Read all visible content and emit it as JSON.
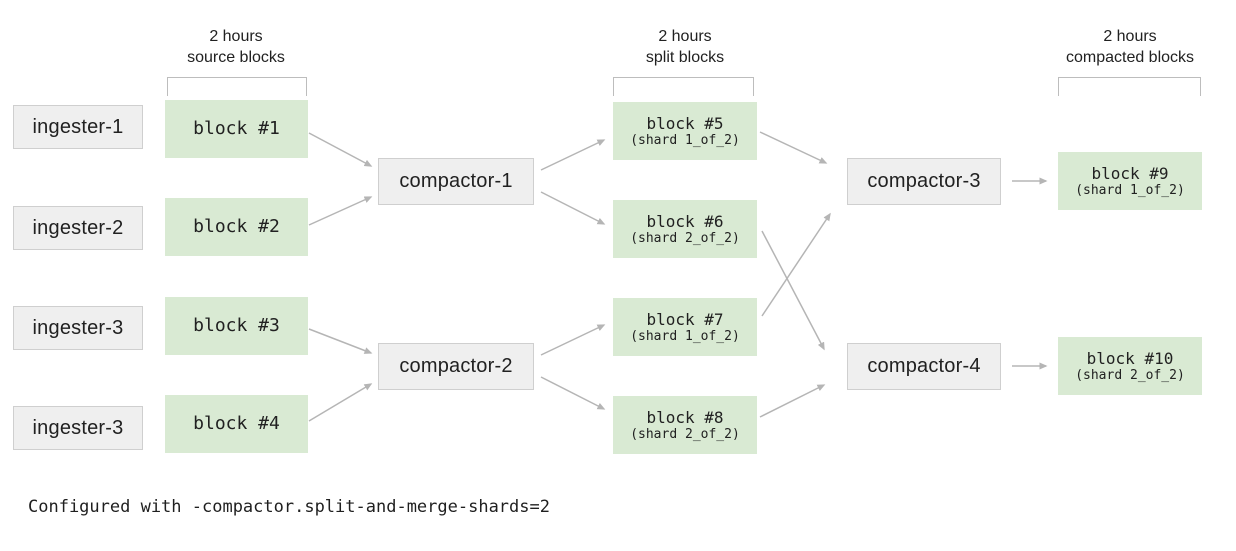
{
  "headers": [
    {
      "line1": "2 hours",
      "line2": "source blocks"
    },
    {
      "line1": "2 hours",
      "line2": "split blocks"
    },
    {
      "line1": "2 hours",
      "line2": "compacted blocks"
    }
  ],
  "ingesters": [
    "ingester-1",
    "ingester-2",
    "ingester-3",
    "ingester-3"
  ],
  "source_blocks": [
    "block #1",
    "block #2",
    "block #3",
    "block #4"
  ],
  "compactors": [
    "compactor-1",
    "compactor-2",
    "compactor-3",
    "compactor-4"
  ],
  "split_blocks": [
    {
      "name": "block #5",
      "shard": "(shard 1_of_2)"
    },
    {
      "name": "block #6",
      "shard": "(shard 2_of_2)"
    },
    {
      "name": "block #7",
      "shard": "(shard 1_of_2)"
    },
    {
      "name": "block #8",
      "shard": "(shard 2_of_2)"
    }
  ],
  "compacted_blocks": [
    {
      "name": "block #9",
      "shard": "(shard 1_of_2)"
    },
    {
      "name": "block #10",
      "shard": "(shard 2_of_2)"
    }
  ],
  "caption": "Configured with -compactor.split-and-merge-shards=2",
  "edges": [
    {
      "from": "block-1",
      "to": "compactor-1"
    },
    {
      "from": "block-2",
      "to": "compactor-1"
    },
    {
      "from": "compactor-1",
      "to": "block-5"
    },
    {
      "from": "compactor-1",
      "to": "block-6"
    },
    {
      "from": "block-3",
      "to": "compactor-2"
    },
    {
      "from": "block-4",
      "to": "compactor-2"
    },
    {
      "from": "compactor-2",
      "to": "block-7"
    },
    {
      "from": "compactor-2",
      "to": "block-8"
    },
    {
      "from": "block-5",
      "to": "compactor-3"
    },
    {
      "from": "block-6",
      "to": "compactor-4"
    },
    {
      "from": "block-7",
      "to": "compactor-3"
    },
    {
      "from": "block-8",
      "to": "compactor-4"
    },
    {
      "from": "compactor-3",
      "to": "block-9"
    },
    {
      "from": "compactor-4",
      "to": "block-10"
    }
  ],
  "colors": {
    "block_fill": "#d9ead3",
    "box_fill": "#efefef",
    "box_border": "#cfcfcf",
    "arrow": "#b5b5b5",
    "text": "#212121"
  }
}
